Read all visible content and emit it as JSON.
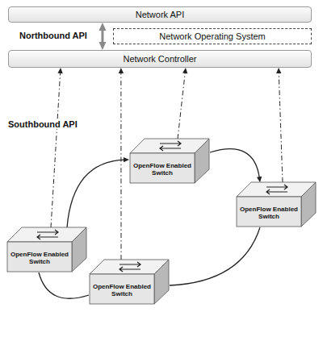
{
  "diagram": {
    "nodes": [
      {
        "text": [
          "Network API"
        ]
      },
      {
        "text": [
          "Network Operating System"
        ]
      },
      {
        "text": [
          "Network Controller"
        ]
      },
      {
        "text": [
          "OpenFlow Enabled Switch"
        ]
      },
      {
        "text": [
          "OpenFlow Enabled Switch"
        ]
      },
      {
        "text": [
          "OpenFlow Enabled Switch"
        ]
      },
      {
        "text": [
          "OpenFlow Enabled Switch"
        ]
      }
    ],
    "edges": [
      {
        "from": 0,
        "to": 2,
        "arrow": "both"
      },
      {
        "from": 3,
        "to": 2,
        "arrow": "to"
      },
      {
        "from": 4,
        "to": 2,
        "arrow": "to"
      },
      {
        "from": 5,
        "to": 2,
        "arrow": "to"
      },
      {
        "from": 6,
        "to": 2,
        "arrow": "to"
      },
      {
        "from": 5,
        "to": 3,
        "arrow": "to"
      },
      {
        "from": 3,
        "to": 4,
        "arrow": "to"
      },
      {
        "from": 4,
        "to": 6,
        "arrow": "none"
      },
      {
        "from": 6,
        "to": 5,
        "arrow": "none"
      }
    ],
    "labels": [
      "Northbound API",
      "Southbound API"
    ]
  }
}
